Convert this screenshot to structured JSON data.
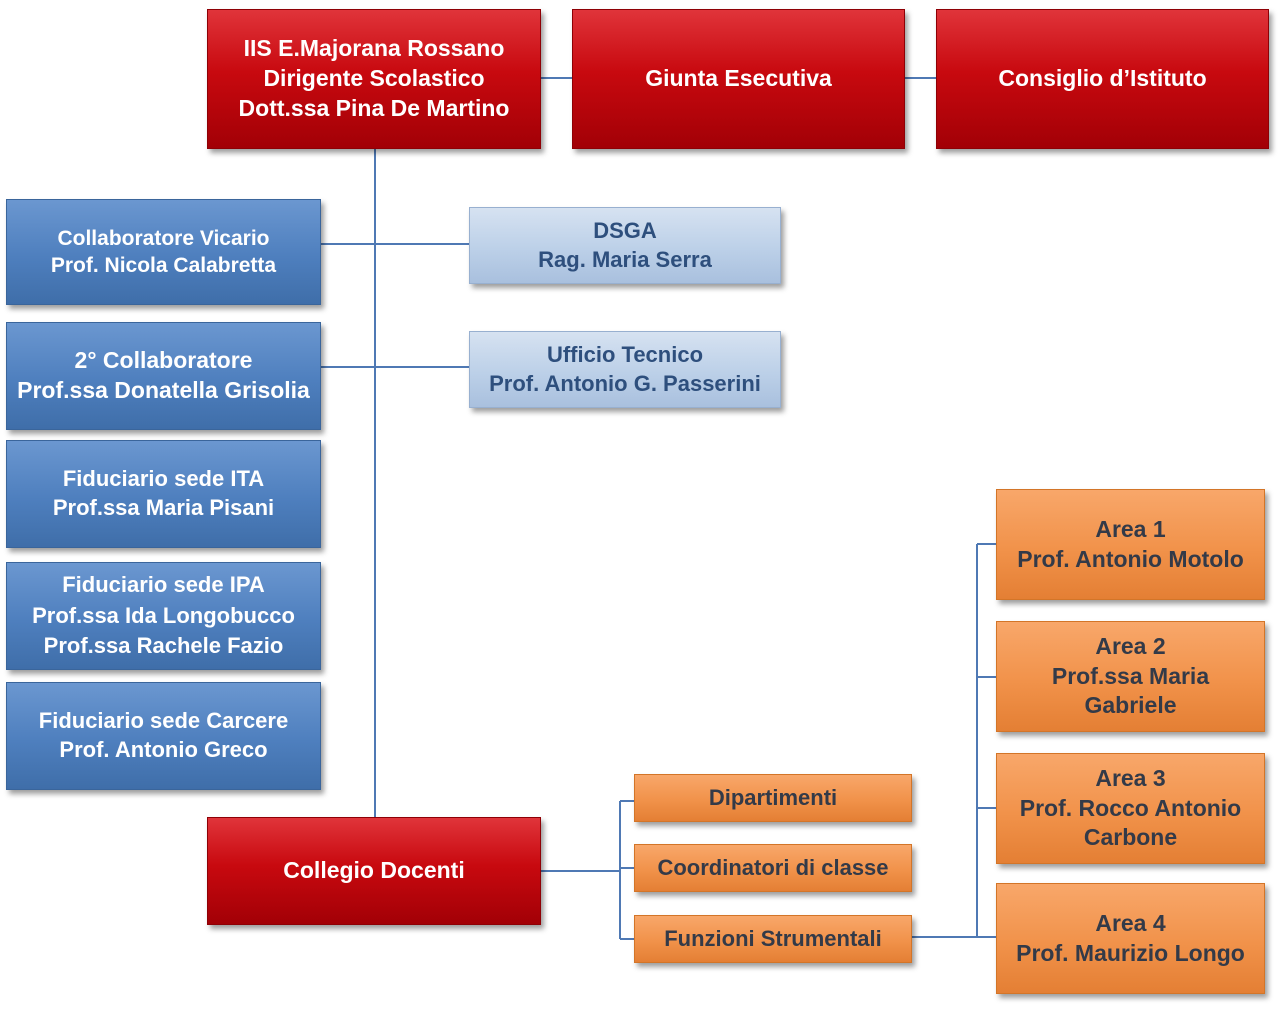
{
  "top": {
    "dirigente": [
      "IIS E.Majorana Rossano",
      "Dirigente Scolastico",
      "Dott.ssa Pina De Martino"
    ],
    "giunta": "Giunta Esecutiva",
    "consiglio": "Consiglio d’Istituto"
  },
  "left": [
    [
      "Collaboratore Vicario",
      "Prof. Nicola Calabretta"
    ],
    [
      "2° Collaboratore",
      "Prof.ssa Donatella Grisolia"
    ],
    [
      "Fiduciario sede ITA",
      "Prof.ssa Maria Pisani"
    ],
    [
      "Fiduciario sede IPA",
      "Prof.ssa Ida Longobucco",
      "Prof.ssa Rachele Fazio"
    ],
    [
      "Fiduciario sede Carcere",
      "Prof. Antonio Greco"
    ]
  ],
  "staff": {
    "dsga": [
      "DSGA",
      "Rag. Maria Serra"
    ],
    "ufficio": [
      "Ufficio Tecnico",
      "Prof. Antonio G. Passerini"
    ]
  },
  "collegio": "Collegio Docenti",
  "sub": [
    "Dipartimenti",
    "Coordinatori di classe",
    "Funzioni Strumentali"
  ],
  "areas": [
    [
      "Area 1",
      "Prof. Antonio Motolo"
    ],
    [
      "Area 2",
      "Prof.ssa Maria",
      "Gabriele"
    ],
    [
      "Area 3",
      "Prof. Rocco Antonio",
      "Carbone"
    ],
    [
      "Area 4",
      "Prof. Maurizio Longo"
    ]
  ],
  "colors": {
    "red": "#c8090f",
    "blue": "#4e7fbe",
    "light_blue": "#bcd0e8",
    "orange": "#f1924a",
    "connector": "#4f79b4"
  }
}
